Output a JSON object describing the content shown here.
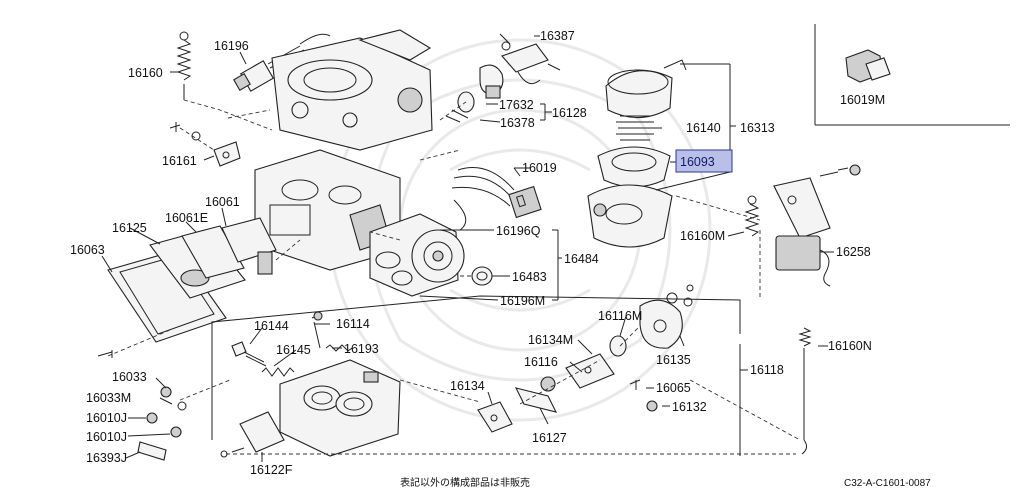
{
  "diagram": {
    "highlighted_part": "16093",
    "callouts": {
      "p16160": "16160",
      "p16196": "16196",
      "p16387": "16387",
      "p17632": "17632",
      "p16128": "16128",
      "p16378": "16378",
      "p16161": "16161",
      "p16019": "16019",
      "p16140": "16140",
      "p16313": "16313",
      "p16093": "16093",
      "p16125": "16125",
      "p16061E": "16061E",
      "p16061": "16061",
      "p16063": "16063",
      "p16196Q": "16196Q",
      "p16484": "16484",
      "p16483": "16483",
      "p16196M": "16196M",
      "p16160M": "16160M",
      "p16258": "16258",
      "p16144": "16144",
      "p16114": "16114",
      "p16145": "16145",
      "p16193": "16193",
      "p16116M": "16116M",
      "p16134M": "16134M",
      "p16116": "16116",
      "p16135": "16135",
      "p16118": "16118",
      "p16160N": "16160N",
      "p16033": "16033",
      "p16033M": "16033M",
      "p16010J_a": "16010J",
      "p16010J_b": "16010J",
      "p16393J": "16393J",
      "p16134": "16134",
      "p16065": "16065",
      "p16132": "16132",
      "p16127": "16127",
      "p16122F": "16122F"
    },
    "inset_part": "16019M",
    "footer_note": "表記以外の構成部品は非販売",
    "drawing_code": "C32-A-C1601-0087"
  }
}
